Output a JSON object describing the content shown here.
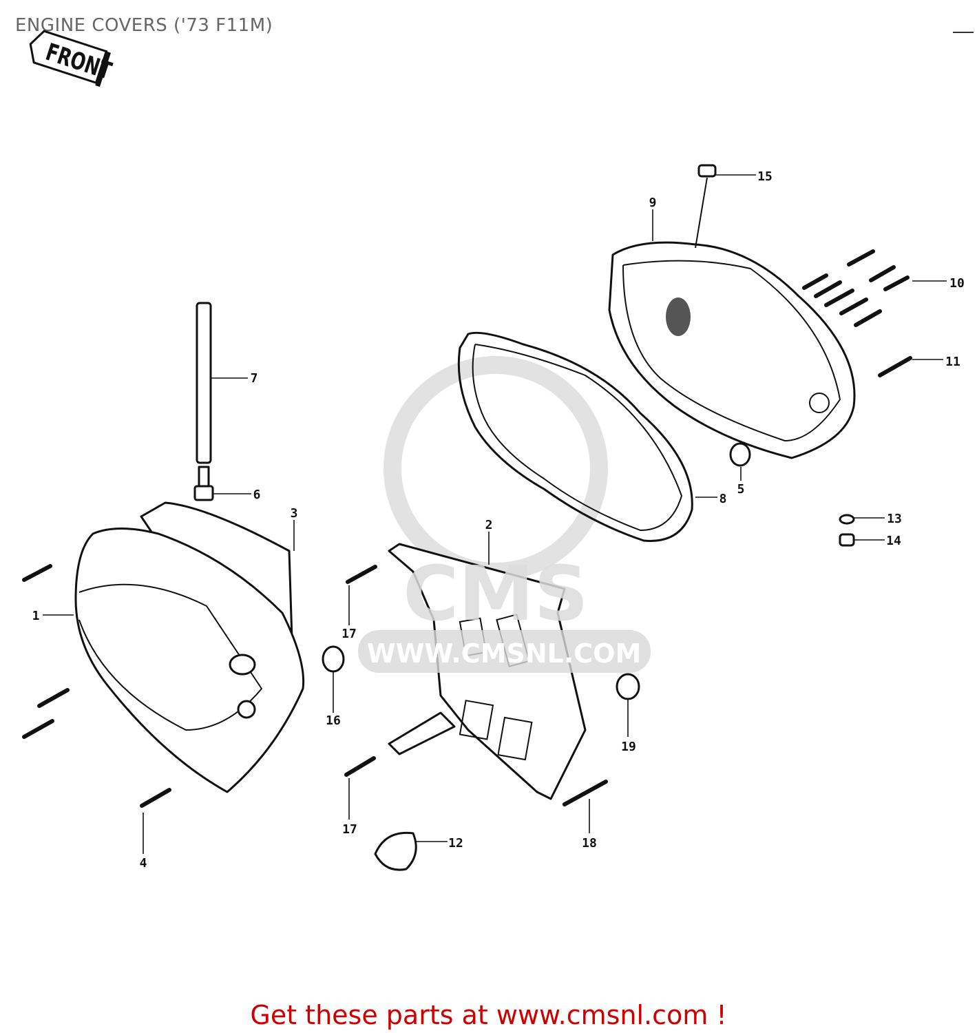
{
  "title": "ENGINE COVERS ('73 F11M)",
  "front_arrow_label": "FRONT",
  "watermark": {
    "logo": "CMS",
    "url": "WWW.CMSNL.COM"
  },
  "callouts": [
    "1",
    "2",
    "3",
    "4",
    "5",
    "6",
    "7",
    "8",
    "9",
    "10",
    "11",
    "12",
    "13",
    "14",
    "15",
    "16",
    "17",
    "17",
    "18",
    "19"
  ],
  "footer": "Get these parts at www.cmsnl.com !",
  "colors": {
    "title": "#666666",
    "footer": "#cc0000",
    "line_art": "#111111",
    "watermark": "#dddddd"
  }
}
